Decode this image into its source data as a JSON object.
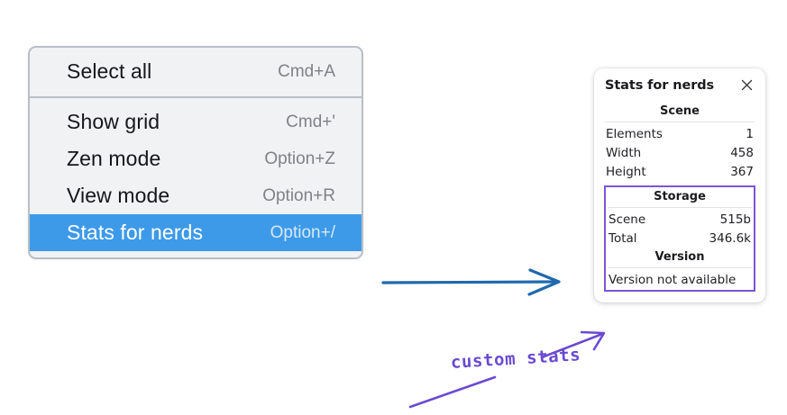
{
  "menu": {
    "groups": [
      {
        "items": [
          {
            "label": "Select all",
            "shortcut": "Cmd+A",
            "selected": false
          }
        ]
      },
      {
        "items": [
          {
            "label": "Show grid",
            "shortcut": "Cmd+'",
            "selected": false
          },
          {
            "label": "Zen mode",
            "shortcut": "Option+Z",
            "selected": false
          },
          {
            "label": "View mode",
            "shortcut": "Option+R",
            "selected": false
          },
          {
            "label": "Stats for nerds",
            "shortcut": "Option+/",
            "selected": true
          }
        ]
      }
    ]
  },
  "stats_panel": {
    "title": "Stats for nerds",
    "close_icon": "close-icon",
    "scene": {
      "heading": "Scene",
      "rows": [
        {
          "label": "Elements",
          "value": "1"
        },
        {
          "label": "Width",
          "value": "458"
        },
        {
          "label": "Height",
          "value": "367"
        }
      ]
    },
    "storage": {
      "heading": "Storage",
      "rows": [
        {
          "label": "Scene",
          "value": "515b"
        },
        {
          "label": "Total",
          "value": "346.6k"
        }
      ]
    },
    "version": {
      "heading": "Version",
      "text": "Version not available"
    }
  },
  "annotations": {
    "custom_stats_label": "custom stats",
    "blue_arrow_color": "#1f69ad",
    "purple_color": "#6a4bd0",
    "highlight_box_color": "#7a55d6"
  },
  "colors": {
    "menu_background": "#f1f2f4",
    "menu_border": "#b9bec6",
    "menu_selected": "#3d9ae8",
    "menu_text": "#14161a",
    "menu_shortcut": "#7e8288",
    "card_background": "#ffffff",
    "card_text": "#1f1f24"
  }
}
